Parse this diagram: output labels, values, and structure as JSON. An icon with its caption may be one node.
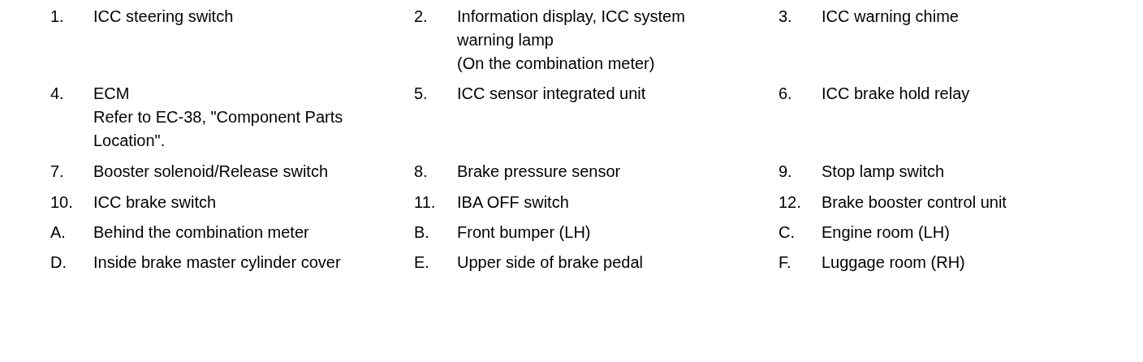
{
  "diagram": {
    "labels": [
      "1.",
      "ICC steering switch",
      "2.",
      "Information display, ICC system warning lamp",
      "(On the combination meter)",
      "3.",
      "ICC warning chime",
      "4.",
      "ECM",
      "Refer to EC-38, \"Component Parts Location\".",
      "5.",
      "ICC sensor integrated unit",
      "6.",
      "ICC brake hold relay",
      "7.",
      "Booster solenoid/Release switch",
      "8.",
      "Brake pressure sensor",
      "9.",
      "Stop lamp switch",
      "10.",
      "ICC brake switch",
      "11.",
      "IBA OFF switch",
      "12.",
      "Brake booster control unit",
      "A.",
      "Behind the combination meter",
      "B.",
      "Front bumper (LH)",
      "C.",
      "Engine room (LH)",
      "D.",
      "Inside brake master cylinder cover",
      "E.",
      "Upper side of brake pedal",
      "F.",
      "Luggage room (RH)"
    ]
  }
}
